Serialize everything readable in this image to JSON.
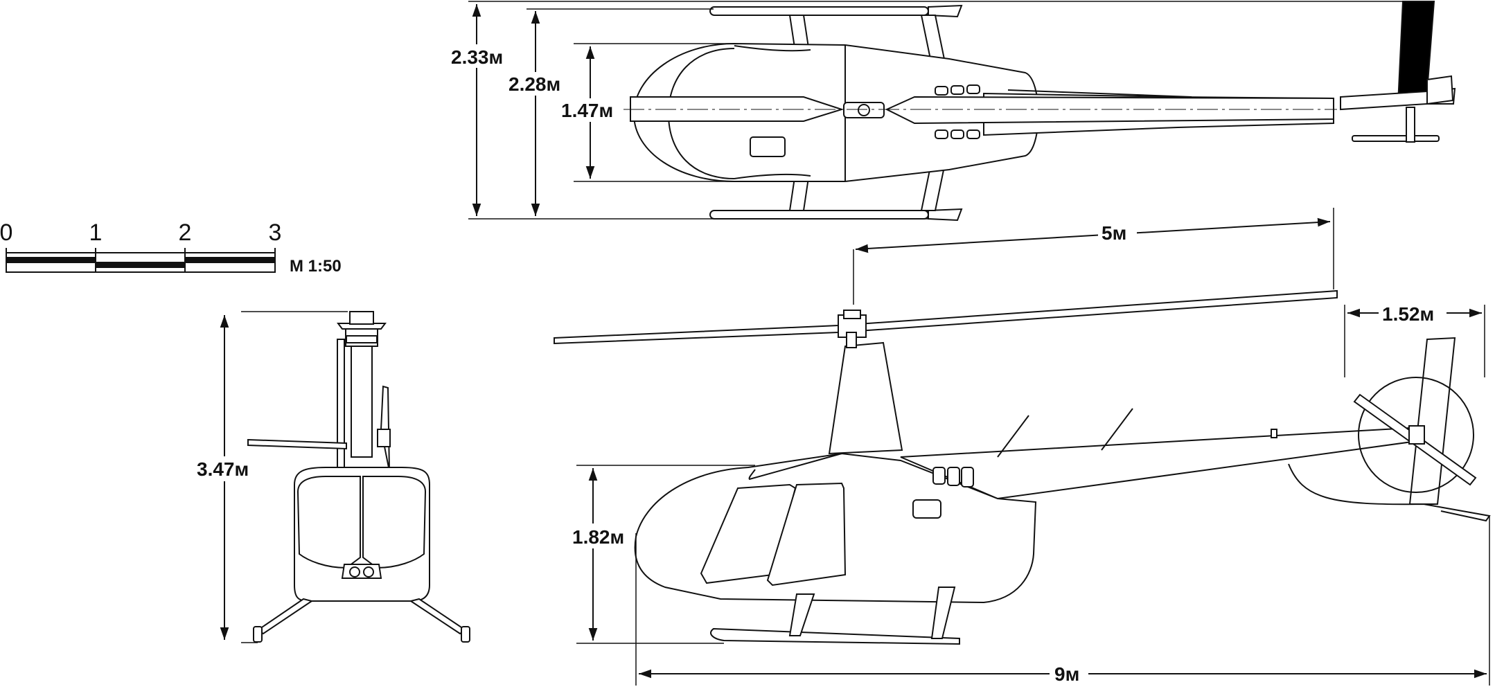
{
  "scale_bar": {
    "ticks": [
      "0",
      "1",
      "2",
      "3"
    ],
    "label": "M 1:50"
  },
  "top_view": {
    "dims": {
      "overall_width": "2.33м",
      "skid_width": "2.28м",
      "cabin_width": "1.47м"
    }
  },
  "side_view": {
    "dims": {
      "rotor_radius": "5м",
      "tail_rotor_diameter": "1.52м",
      "height": "1.82м",
      "length": "9м"
    }
  },
  "front_view": {
    "dims": {
      "overall_height": "3.47м"
    }
  },
  "colors": {
    "line": "#111111",
    "fill": "#ffffff",
    "tail": "#000000"
  }
}
